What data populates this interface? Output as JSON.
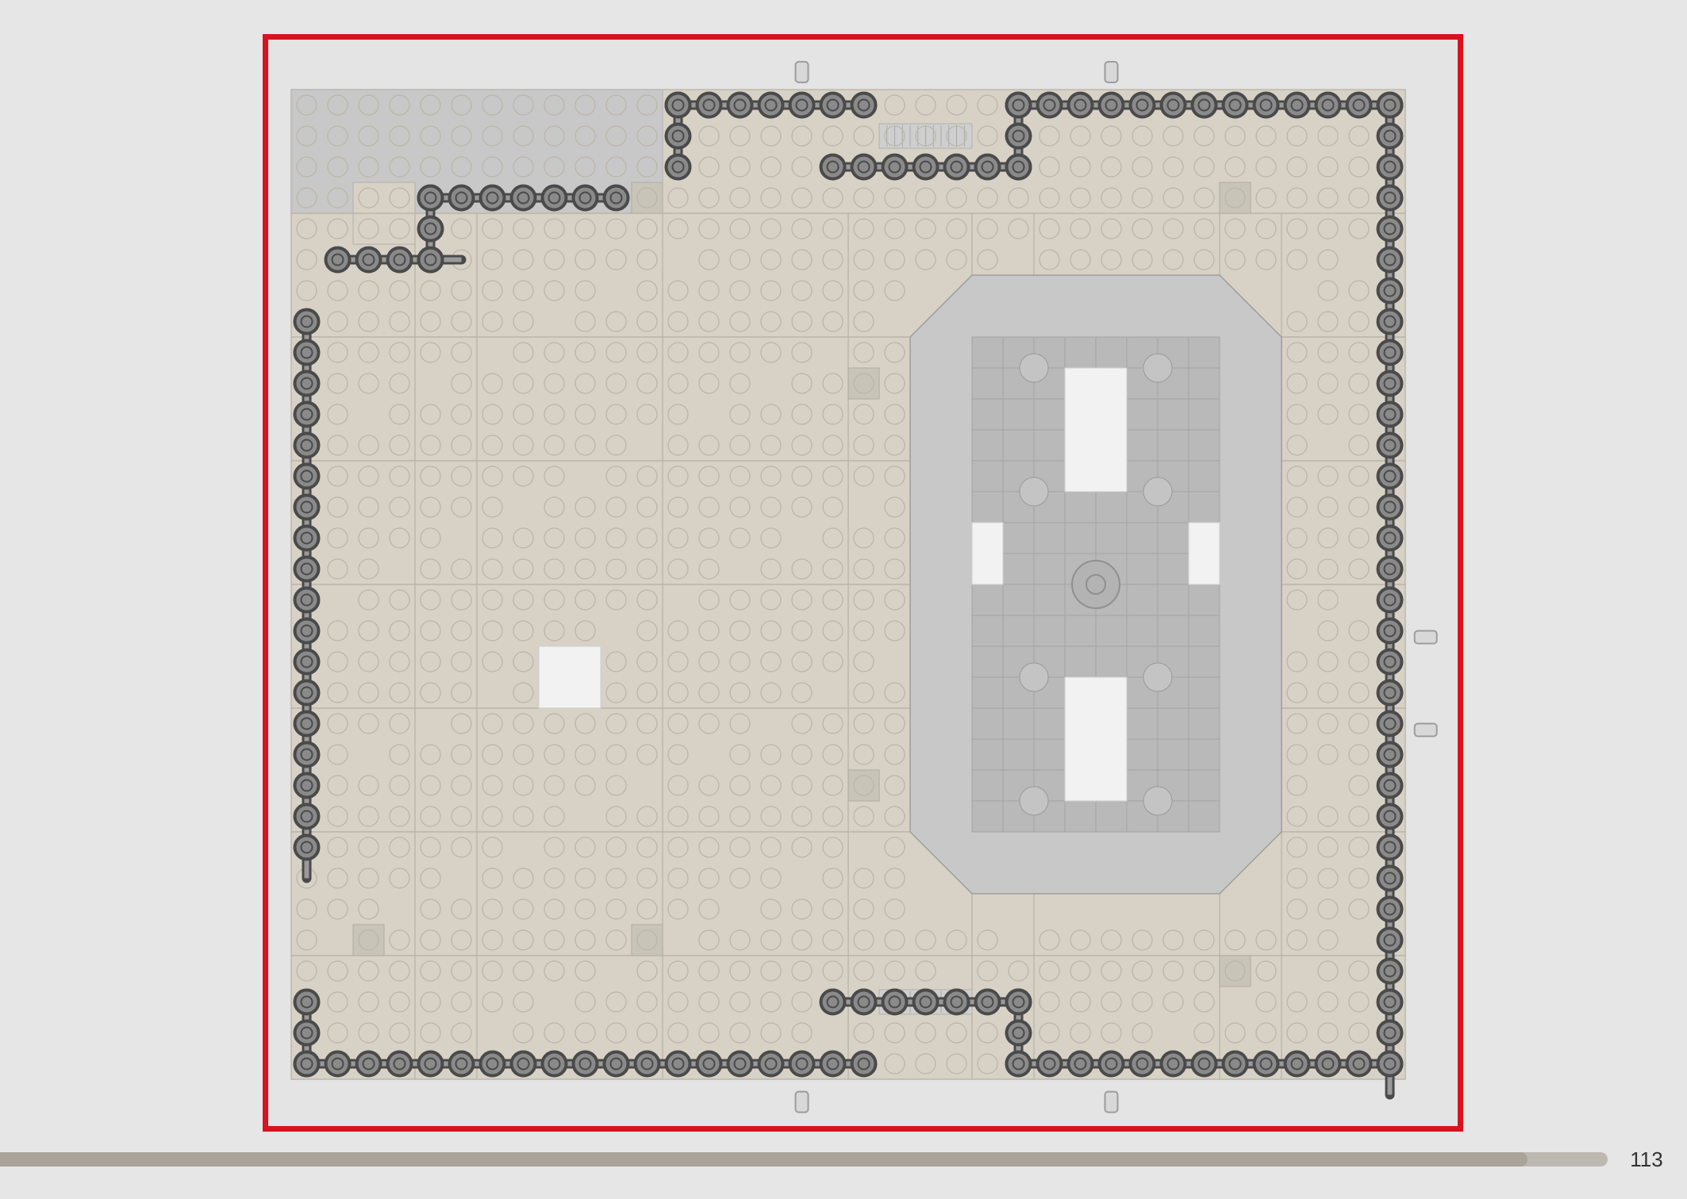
{
  "page": {
    "number": "113",
    "progress": 0.95
  },
  "colors": {
    "frame_border": "#d9121f",
    "baseplate": "#d8d2c6",
    "light_gray_tiles": "#c8c8c8",
    "center_tiles": "#b9b9b9",
    "white_tiles": "#f2f2f2",
    "fence_dark": "#4a4a4a",
    "progress_bar": "#a9a39a"
  },
  "icons": {
    "fence": "dark-gray-fence-chain",
    "stud": "stud-circle",
    "center": "round-center-stud"
  }
}
